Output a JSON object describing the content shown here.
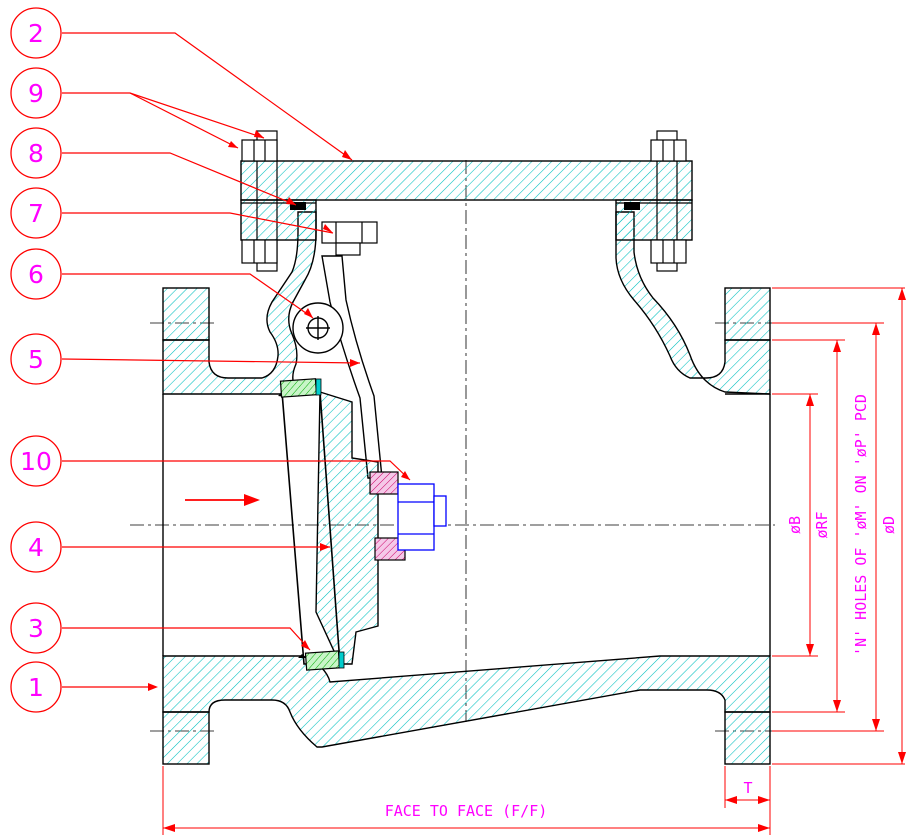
{
  "callouts": [
    {
      "number": "2"
    },
    {
      "number": "9"
    },
    {
      "number": "8"
    },
    {
      "number": "7"
    },
    {
      "number": "6"
    },
    {
      "number": "5"
    },
    {
      "number": "10"
    },
    {
      "number": "4"
    },
    {
      "number": "3"
    },
    {
      "number": "1"
    }
  ],
  "dimensions": {
    "face_to_face": "FACE TO FACE (F/F)",
    "thickness": "T",
    "dia_b": "øB",
    "dia_rf": "øRF",
    "holes_pcd": "'N' HOLES OF 'øM' ON 'øP' PCD",
    "dia_d": "øD"
  },
  "colors": {
    "outline": "#000000",
    "hatch": "#00bfbf",
    "leader": "#ff0000",
    "text": "#ff00ff",
    "seat_ring": "#00aa00",
    "nut": "#0000ff",
    "washer": "#cc0066"
  }
}
